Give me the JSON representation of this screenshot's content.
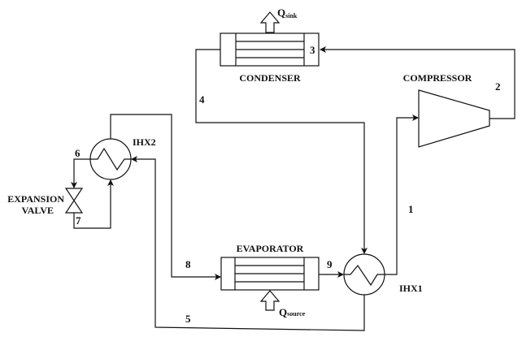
{
  "components": {
    "condenser": "CONDENSER",
    "compressor": "COMPRESSOR",
    "evaporator": "EVAPORATOR",
    "ihx1": "IHX1",
    "ihx2": "IHX2",
    "expansion_valve_line1": "EXPANSION",
    "expansion_valve_line2": "VALVE"
  },
  "heat": {
    "sink_q": "Q",
    "sink_sub": "sink",
    "source_q": "Q",
    "source_sub": "source"
  },
  "states": [
    "1",
    "2",
    "3",
    "4",
    "5",
    "6",
    "7",
    "8",
    "9"
  ],
  "colors": {
    "line": "#111111",
    "background": "#ffffff"
  }
}
